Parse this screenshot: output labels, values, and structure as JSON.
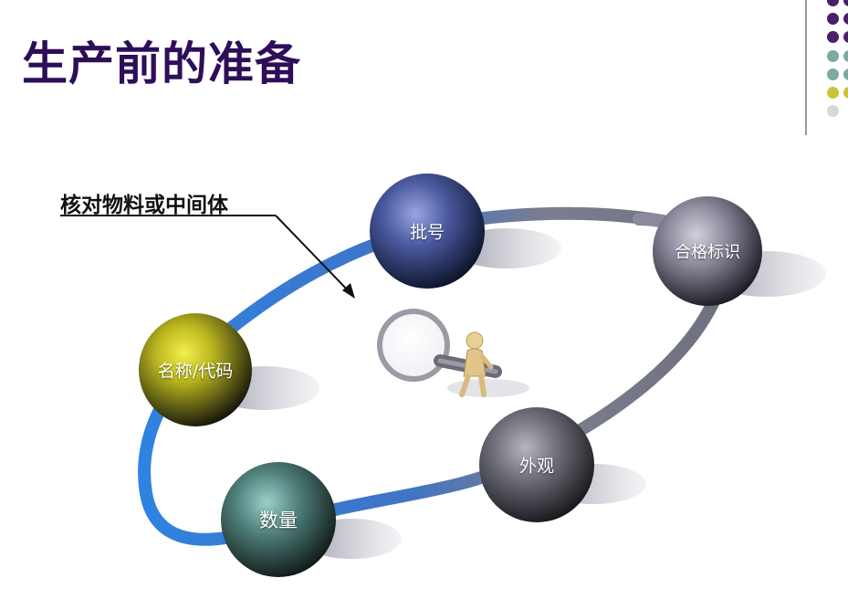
{
  "title": "生产前的准备",
  "callout": "核对物料或中间体",
  "nodes": {
    "batch": "批号",
    "qualified": "合格标识",
    "name_code": "名称/代码",
    "appearance": "外观",
    "quantity": "数量"
  },
  "colors": {
    "title": "#2e0e58",
    "ring_blue": "#2f83e0",
    "ring_gray": "#7c7d8e",
    "decor_purple": "#4b1e6b",
    "decor_teal": "#7fa8a5",
    "decor_olive": "#c9c43a"
  }
}
